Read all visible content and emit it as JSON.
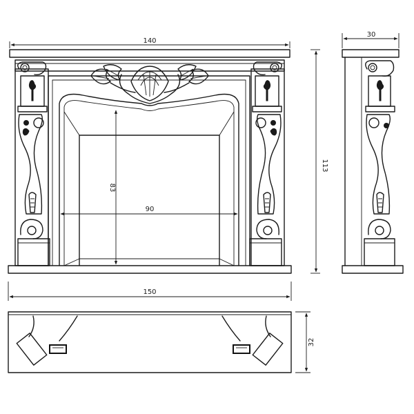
{
  "dimensions": {
    "mantel_width": "140",
    "opening_height": "83",
    "opening_width": "90",
    "overall_height": "113",
    "side_depth": "30",
    "base_width": "150",
    "base_depth": "32"
  }
}
